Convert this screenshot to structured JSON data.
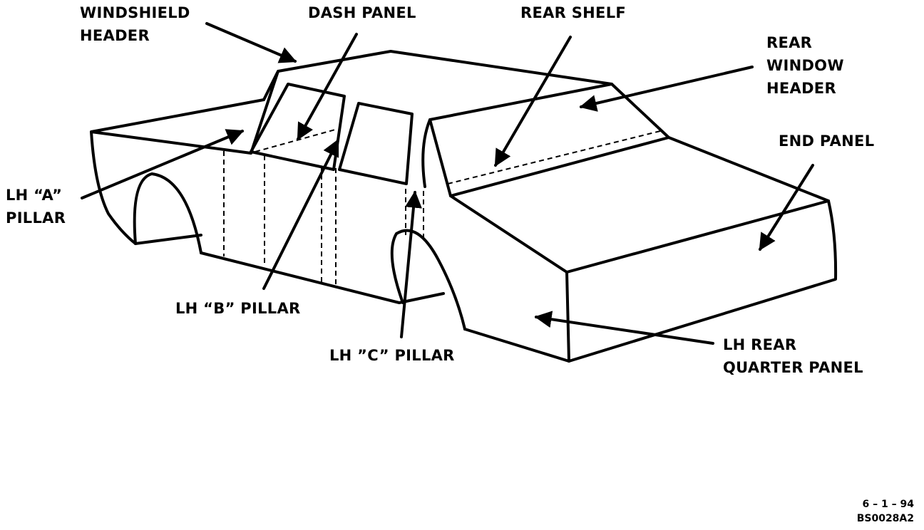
{
  "labels": {
    "windshield_header": [
      "WINDSHIELD",
      "HEADER"
    ],
    "dash_panel": "DASH PANEL",
    "rear_shelf": "REAR SHELF",
    "rear_window_header": [
      "REAR",
      "WINDOW",
      "HEADER"
    ],
    "end_panel": "END PANEL",
    "lh_a_pillar": [
      "LH “A”",
      "PILLAR"
    ],
    "lh_b_pillar": "LH “B” PILLAR",
    "lh_c_pillar": "LH ”C” PILLAR",
    "lh_rear_quarter_panel": [
      "LH REAR",
      "QUARTER PANEL"
    ]
  },
  "stamp": {
    "date": "6 – 1 – 94",
    "code": "BS0028A2"
  },
  "colors": {
    "ink": "#000000",
    "paper": "#ffffff"
  }
}
